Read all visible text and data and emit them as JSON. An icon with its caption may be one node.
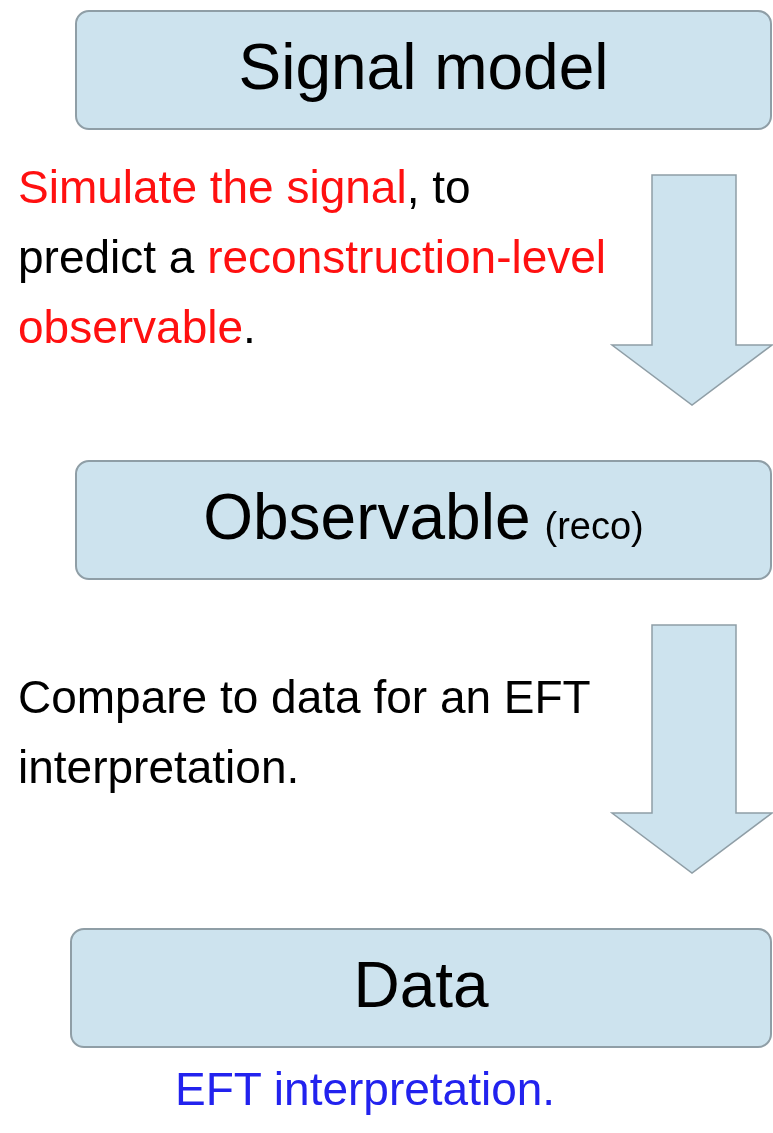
{
  "diagram": {
    "nodes": [
      {
        "text": [
          "Signal model"
        ]
      },
      {
        "text": [
          "Observable",
          "(reco)"
        ]
      },
      {
        "text": [
          "Data"
        ],
        "beside": [
          "EFT interpretation."
        ]
      }
    ],
    "edges": [
      {
        "from": 0,
        "to": 1,
        "arrow": "to",
        "label": "**Simulate the signal**, to predict a **reconstruction-level observable**."
      },
      {
        "from": 1,
        "to": 2,
        "arrow": "to",
        "label": "Compare to data for an EFT interpretation."
      }
    ]
  }
}
